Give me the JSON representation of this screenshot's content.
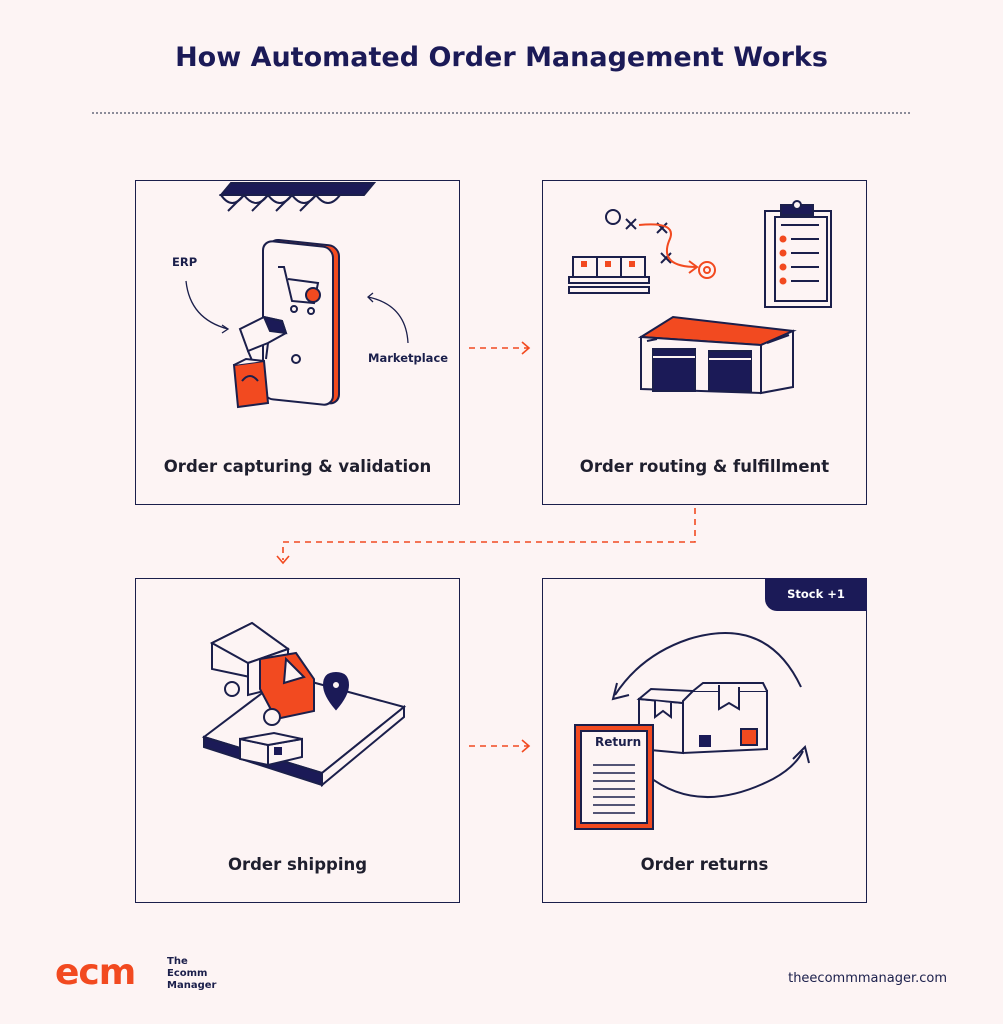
{
  "title": "How Automated Order Management Works",
  "colors": {
    "navy": "#1b1a57",
    "orange": "#f24a20",
    "background": "#fdf4f4"
  },
  "steps": [
    {
      "label": "Order capturing & validation",
      "annotations": [
        "ERP",
        "Marketplace"
      ]
    },
    {
      "label": "Order routing & fulfillment"
    },
    {
      "label": "Order shipping"
    },
    {
      "label": "Order returns",
      "badge": "Stock +1",
      "document_title": "Return"
    }
  ],
  "footer": {
    "logo_text": "ecm",
    "logo_subtitle_line1": "The",
    "logo_subtitle_line2": "Ecomm",
    "logo_subtitle_line3": "Manager",
    "website": "theecommmanager.com"
  },
  "icons": [
    "storefront-awning-icon",
    "smartphone-cart-icon",
    "shopping-bag-icon",
    "route-map-icon",
    "pallet-icon",
    "clipboard-checklist-icon",
    "warehouse-icon",
    "delivery-truck-icon",
    "location-pin-icon",
    "package-box-icon",
    "return-document-icon",
    "cycle-arrows-icon"
  ]
}
